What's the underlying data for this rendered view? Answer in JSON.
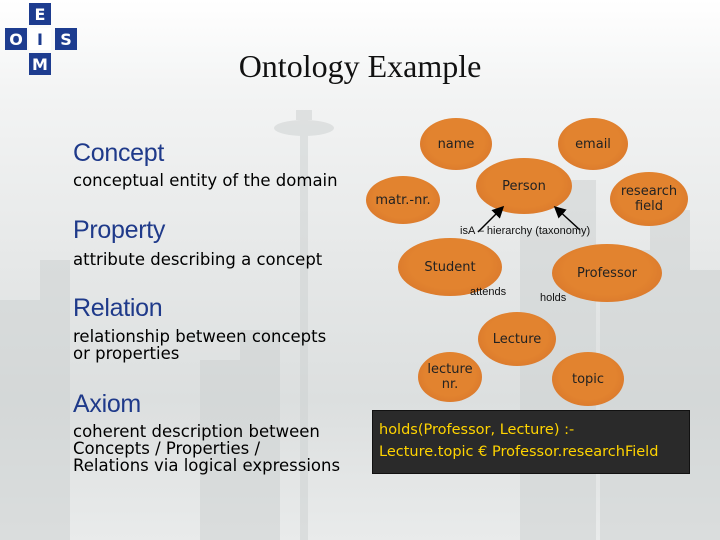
{
  "slide": {
    "title": "Ontology Example",
    "logo_letters": [
      "E",
      "O",
      "S",
      "M",
      "I"
    ]
  },
  "definitions": [
    {
      "term": "Concept",
      "lines": [
        "conceptual entity of the domain"
      ]
    },
    {
      "term": "Property",
      "lines": [
        "attribute describing a concept"
      ]
    },
    {
      "term": "Relation",
      "lines": [
        "relationship between concepts",
        "or properties"
      ]
    },
    {
      "term": "Axiom",
      "lines": [
        "coherent description between",
        "Concepts / Properties /",
        "Relations via logical expressions"
      ]
    }
  ],
  "diagram": {
    "nodes": {
      "name": [
        "name"
      ],
      "email": [
        "email"
      ],
      "person": [
        "Person"
      ],
      "matr": [
        "matr.-nr."
      ],
      "research": [
        "research",
        "field"
      ],
      "student": [
        "Student"
      ],
      "professor": [
        "Professor"
      ],
      "lecture": [
        "Lecture"
      ],
      "lecture_nr": [
        "lecture",
        "nr."
      ],
      "topic": [
        "topic"
      ]
    },
    "labels": {
      "isa": "isA – hierarchy (taxonomy)",
      "attends": "attends",
      "holds": "holds"
    },
    "arrow_color": "#000000",
    "node_color": "#e2832f"
  },
  "axiom": {
    "lines": [
      "holds(Professor, Lecture) :-",
      "Lecture.topic € Professor.researchField"
    ],
    "text_color": "#ffd400",
    "box_color": "#2a2a2a"
  }
}
